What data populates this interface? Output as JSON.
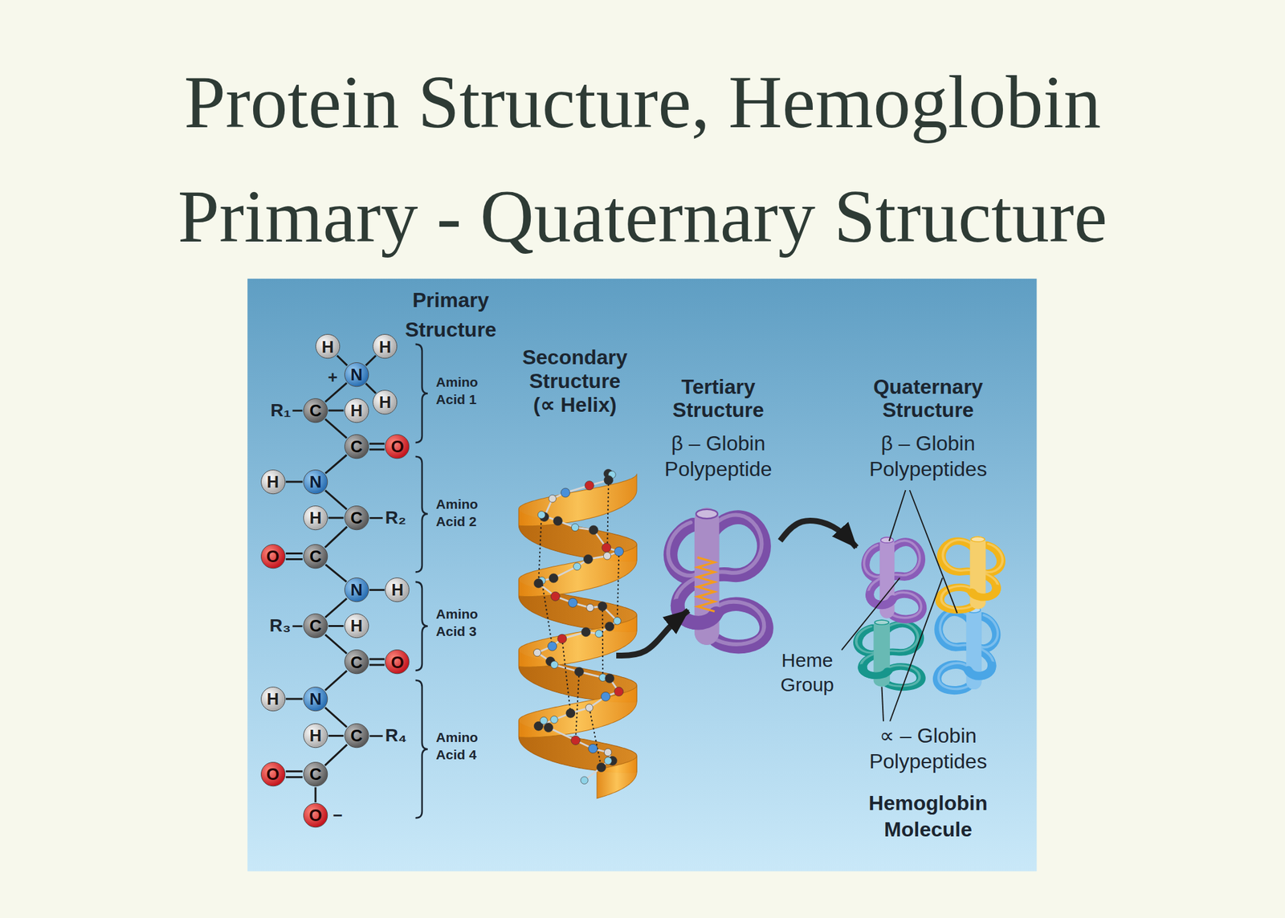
{
  "diagram": {
    "title": "Protein Structure, Hemoglobin Primary - Quaternary Structure",
    "nodes": [
      {
        "text": [
          "Primary Structure"
        ]
      },
      {
        "text": [
          "H"
        ],
        "in": 0
      },
      {
        "text": [
          "H"
        ],
        "in": 0
      },
      {
        "text": [
          "N"
        ],
        "in": 0
      },
      {
        "text": [
          "H"
        ],
        "in": 0
      },
      {
        "text": [
          "C"
        ],
        "in": 0
      },
      {
        "text": [
          "H"
        ],
        "in": 0
      },
      {
        "text": [
          "C"
        ],
        "in": 0
      },
      {
        "text": [
          "O"
        ],
        "in": 0
      },
      {
        "text": [
          "H"
        ],
        "in": 0
      },
      {
        "text": [
          "N"
        ],
        "in": 0
      },
      {
        "text": [
          "H"
        ],
        "in": 0
      },
      {
        "text": [
          "C"
        ],
        "in": 0
      },
      {
        "text": [
          "O"
        ],
        "in": 0
      },
      {
        "text": [
          "C"
        ],
        "in": 0
      },
      {
        "text": [
          "N"
        ],
        "in": 0
      },
      {
        "text": [
          "H"
        ],
        "in": 0
      },
      {
        "text": [
          "C"
        ],
        "in": 0
      },
      {
        "text": [
          "H"
        ],
        "in": 0
      },
      {
        "text": [
          "C"
        ],
        "in": 0
      },
      {
        "text": [
          "O"
        ],
        "in": 0
      },
      {
        "text": [
          "H"
        ],
        "in": 0
      },
      {
        "text": [
          "N"
        ],
        "in": 0
      },
      {
        "text": [
          "H"
        ],
        "in": 0
      },
      {
        "text": [
          "C"
        ],
        "in": 0
      },
      {
        "text": [
          "O"
        ],
        "in": 0
      },
      {
        "text": [
          "C"
        ],
        "in": 0
      },
      {
        "text": [
          "O"
        ],
        "in": 0
      },
      {
        "text": [
          "Secondary Structure (∝ Helix)"
        ]
      },
      {
        "text": [
          "Tertiary Structure",
          "β – Globin Polypeptide"
        ]
      },
      {
        "text": [
          "Quaternary Structure",
          "β – Globin Polypeptides",
          "∝ – Globin Polypeptides",
          "Hemoglobin Molecule"
        ]
      }
    ],
    "edges": [
      {
        "from": 3,
        "to": 1,
        "arrow": "none"
      },
      {
        "from": 3,
        "to": 2,
        "arrow": "none"
      },
      {
        "from": 3,
        "to": 4,
        "arrow": "none"
      },
      {
        "from": 5,
        "to": 3,
        "arrow": "none"
      },
      {
        "from": 5,
        "to": 6,
        "arrow": "none"
      },
      {
        "from": 5,
        "to": 7,
        "arrow": "none"
      },
      {
        "from": 7,
        "to": 8,
        "arrow": "none"
      },
      {
        "from": 7,
        "to": 10,
        "arrow": "none"
      },
      {
        "from": 9,
        "to": 10,
        "arrow": "none"
      },
      {
        "from": 10,
        "to": 12,
        "arrow": "none"
      },
      {
        "from": 11,
        "to": 12,
        "arrow": "none"
      },
      {
        "from": 12,
        "to": 14,
        "arrow": "none"
      },
      {
        "from": 13,
        "to": 14,
        "arrow": "none"
      },
      {
        "from": 14,
        "to": 15,
        "arrow": "none"
      },
      {
        "from": 15,
        "to": 16,
        "arrow": "none"
      },
      {
        "from": 15,
        "to": 17,
        "arrow": "none"
      },
      {
        "from": 17,
        "to": 18,
        "arrow": "none"
      },
      {
        "from": 17,
        "to": 19,
        "arrow": "none"
      },
      {
        "from": 19,
        "to": 20,
        "arrow": "none"
      },
      {
        "from": 19,
        "to": 22,
        "arrow": "none"
      },
      {
        "from": 21,
        "to": 22,
        "arrow": "none"
      },
      {
        "from": 22,
        "to": 24,
        "arrow": "none"
      },
      {
        "from": 23,
        "to": 24,
        "arrow": "none"
      },
      {
        "from": 24,
        "to": 26,
        "arrow": "none"
      },
      {
        "from": 25,
        "to": 26,
        "arrow": "none"
      },
      {
        "from": 26,
        "to": 27,
        "arrow": "none"
      },
      {
        "from": 28,
        "to": 29,
        "arrow": "to"
      },
      {
        "from": 29,
        "to": 30,
        "arrow": "to"
      }
    ],
    "labels": [
      "+",
      "R₁",
      "Amino Acid 1",
      "R₂",
      "Amino Acid 2",
      "R₃",
      "Amino Acid 3",
      "R₄",
      "Amino Acid 4",
      "−",
      "Heme Group"
    ]
  }
}
